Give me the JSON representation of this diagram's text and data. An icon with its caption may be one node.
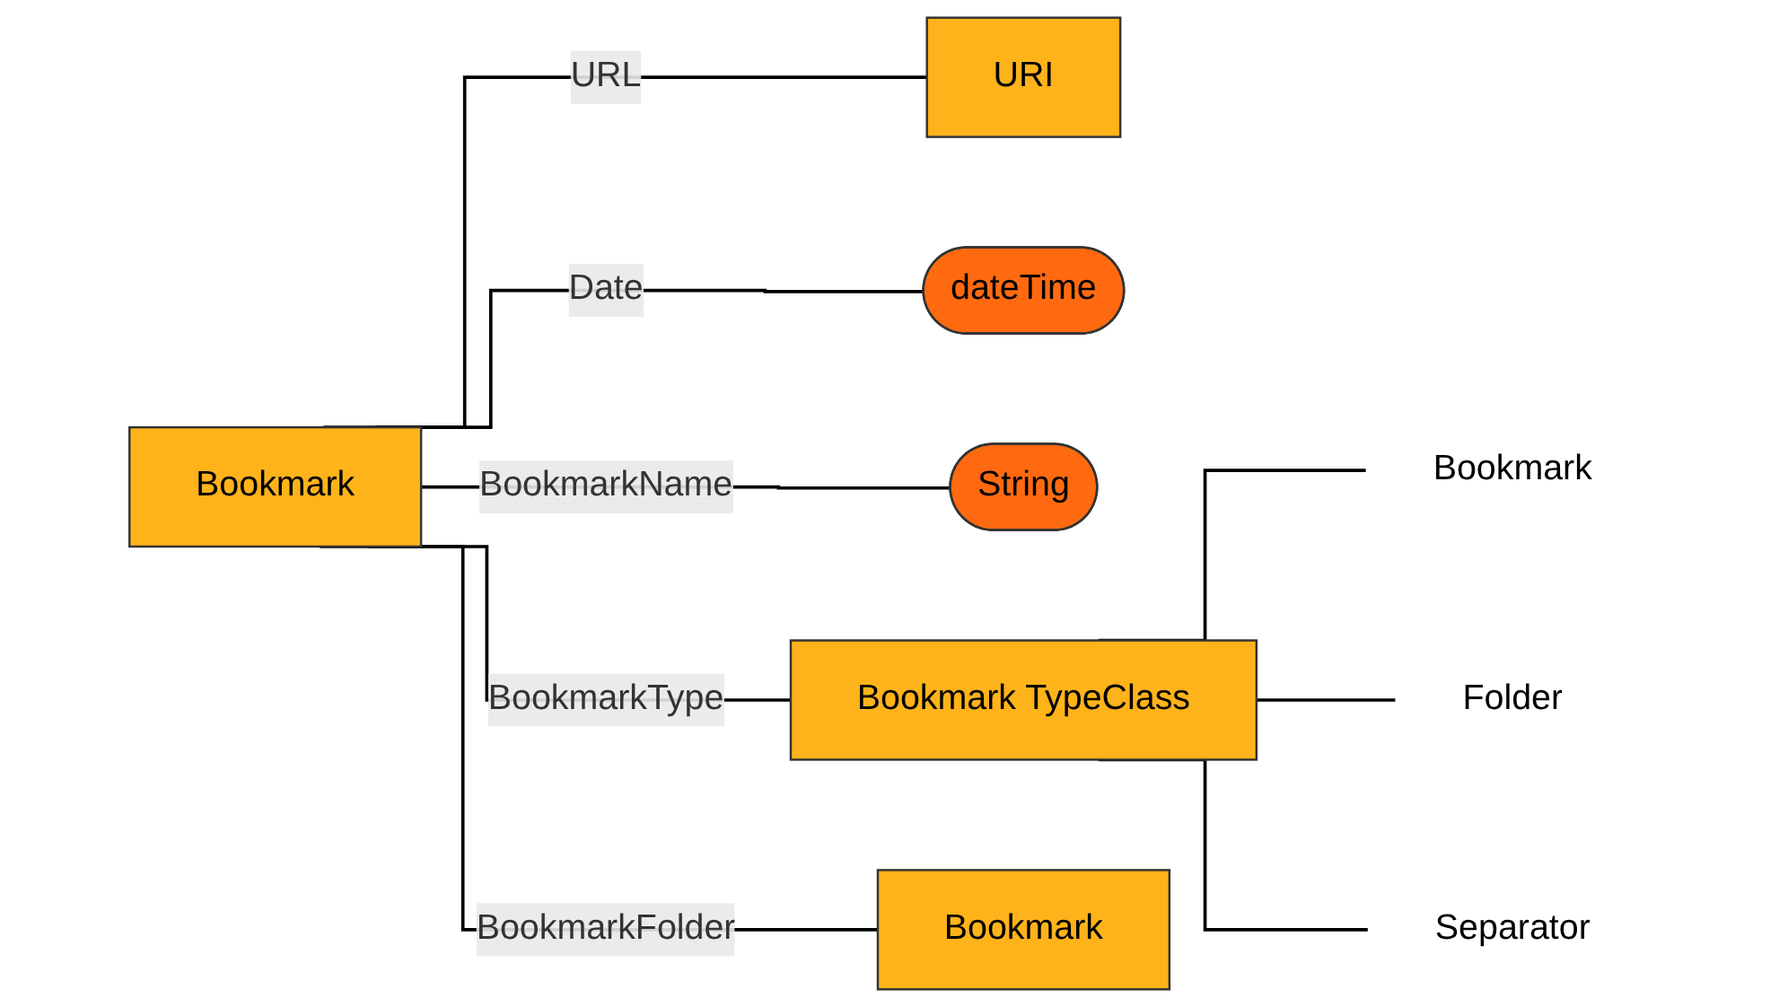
{
  "diagram": {
    "nodes": [
      {
        "text": [
          "Bookmark"
        ]
      },
      {
        "text": [
          "URI"
        ]
      },
      {
        "text": [
          "dateTime"
        ]
      },
      {
        "text": [
          "String"
        ]
      },
      {
        "text": [
          "Bookmark TypeClass"
        ]
      },
      {
        "text": [
          "Bookmark"
        ]
      },
      {
        "text": [
          "Bookmark"
        ]
      },
      {
        "text": [
          "Folder"
        ]
      },
      {
        "text": [
          "Separator"
        ]
      }
    ],
    "edges": [
      {
        "from": 0,
        "to": 1,
        "arrow": "none",
        "label": "URL"
      },
      {
        "from": 0,
        "to": 2,
        "arrow": "none",
        "label": "Date"
      },
      {
        "from": 0,
        "to": 3,
        "arrow": "none",
        "label": "BookmarkName"
      },
      {
        "from": 0,
        "to": 4,
        "arrow": "none",
        "label": "BookmarkType"
      },
      {
        "from": 0,
        "to": 5,
        "arrow": "none",
        "label": "BookmarkFolder"
      },
      {
        "from": 4,
        "to": 6,
        "arrow": "none"
      },
      {
        "from": 4,
        "to": 7,
        "arrow": "none"
      },
      {
        "from": 4,
        "to": 8,
        "arrow": "none"
      }
    ]
  }
}
